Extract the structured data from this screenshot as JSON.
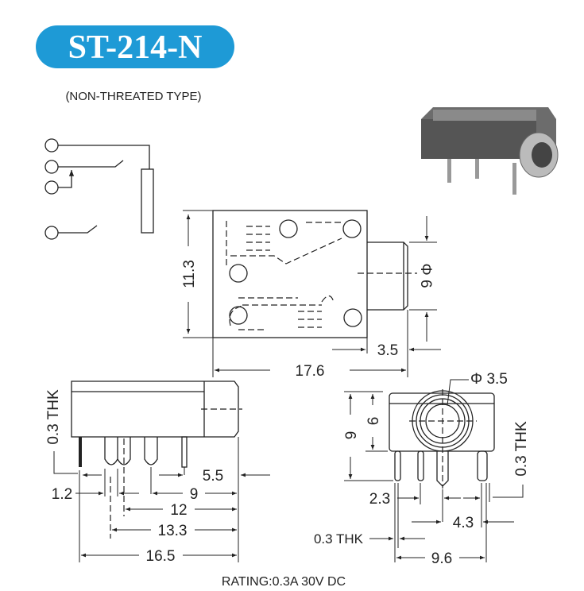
{
  "title": {
    "model": "ST-214-N",
    "subtitle": "(NON-THREATED TYPE)",
    "badge_color": "#1e9ad6"
  },
  "top_view": {
    "height": "11.3",
    "diameter": "Φ 6",
    "nose_length": "3.5",
    "total_length": "17.6"
  },
  "side_view": {
    "thickness": "0.3 THK",
    "d1": "1.2",
    "d2": "5.5",
    "d3": "9",
    "d4": "12",
    "d5": "13.3",
    "d6": "16.5"
  },
  "front_view": {
    "bore": "Φ 3.5",
    "height_total": "9",
    "height_body": "6",
    "thickness_right": "0.3 THK",
    "d1": "2.3",
    "d2": "4.3",
    "thickness_left": "0.3 THK",
    "width": "9.6"
  },
  "rating": "RATING:0.3A 30V DC"
}
